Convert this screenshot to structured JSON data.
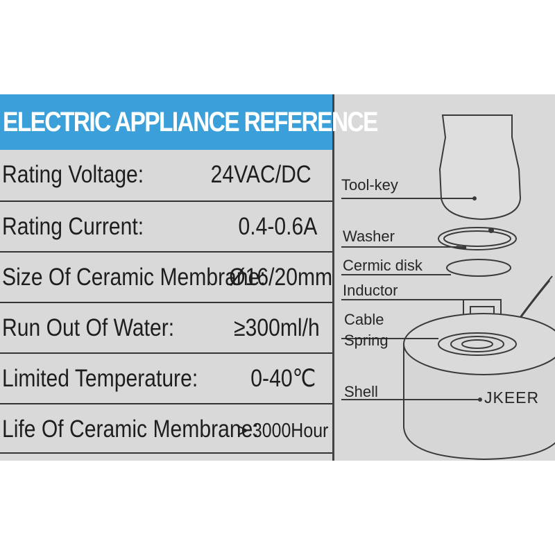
{
  "header": {
    "title": "ELECTRIC APPLIANCE REFERENCE"
  },
  "specs": [
    {
      "label": "Rating Voltage:",
      "value": "24VAC/DC"
    },
    {
      "label": "Rating Current:",
      "value": "0.4-0.6A"
    },
    {
      "label": "Size Of Ceramic Membrane:",
      "value": "Ø16/20mm"
    },
    {
      "label": "Run Out Of Water:",
      "value": "≥300ml/h"
    },
    {
      "label": "Limited Temperature:",
      "value": "0-40℃"
    },
    {
      "label": "Life Of Ceramic Membrane:",
      "value": "> 3000Hour"
    }
  ],
  "diagram": {
    "parts": {
      "tool_key": "Tool-key",
      "washer": "Washer",
      "ceramic_disk": "Cermic disk",
      "inductor": "Inductor",
      "cable": "Cable",
      "spring": "Spring",
      "shell": "Shell"
    },
    "brand": "JKEER"
  },
  "colors": {
    "header_bg": "#3ba0da",
    "card_bg": "#d9d9d9",
    "ink": "#1e1e1e"
  }
}
